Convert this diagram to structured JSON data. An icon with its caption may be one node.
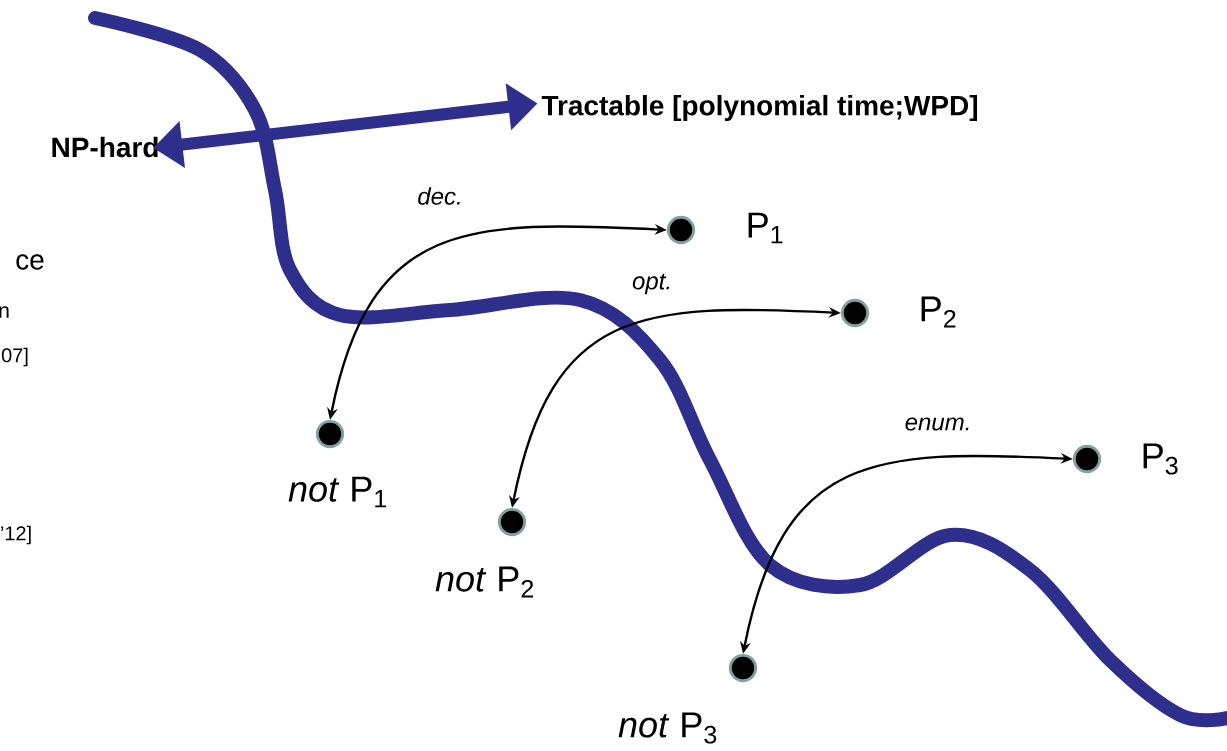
{
  "diagram": {
    "nodes": [
      {
        "text": [
          "NP-hard"
        ]
      },
      {
        "text": [
          "Tractable [polynomial time;WPD]"
        ]
      },
      {
        "text": [],
        "shape": "circle",
        "beside": [
          "P$_{1}$"
        ]
      },
      {
        "text": [],
        "shape": "circle",
        "beside": [
          "*not* P$_{1}$"
        ]
      },
      {
        "text": [],
        "shape": "circle",
        "beside": [
          "P$_{2}$"
        ]
      },
      {
        "text": [],
        "shape": "circle",
        "beside": [
          "*not* P$_{2}$"
        ]
      },
      {
        "text": [],
        "shape": "circle",
        "beside": [
          "P$_{3}$"
        ]
      },
      {
        "text": [],
        "shape": "circle",
        "beside": [
          "*not* P$_{3}$"
        ]
      }
    ],
    "edges": [
      {
        "from": 0,
        "to": 1,
        "arrow": "both",
        "style": "thick",
        "color": "#2e2e8c"
      },
      {
        "from": 2,
        "to": 3,
        "arrow": "both",
        "label": "dec."
      },
      {
        "from": 4,
        "to": 5,
        "arrow": "both",
        "label": "opt."
      },
      {
        "from": 6,
        "to": 7,
        "arrow": "both",
        "label": "enum."
      }
    ],
    "labels": [
      "ce",
      "n",
      "07]",
      "’12]"
    ]
  }
}
